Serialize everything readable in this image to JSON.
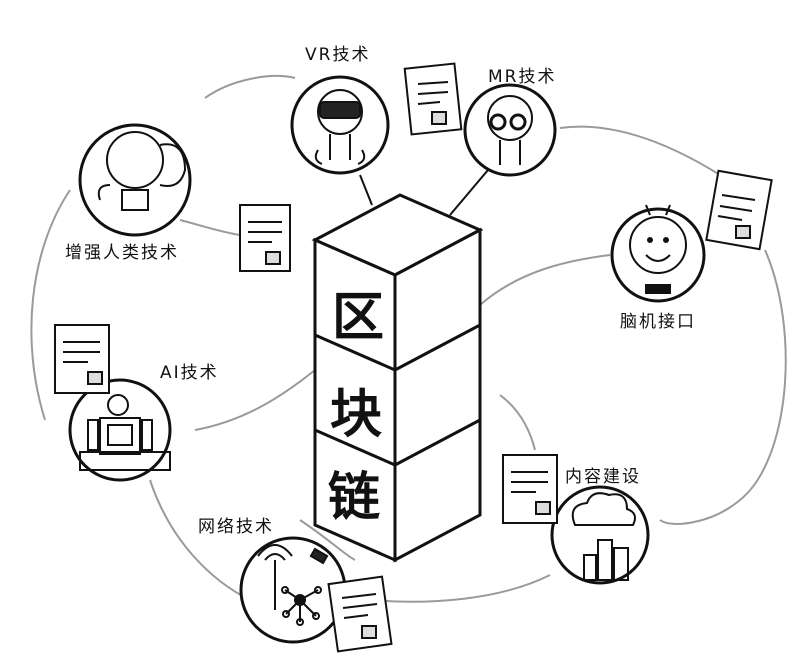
{
  "center": {
    "chars": [
      "区",
      "块",
      "链"
    ]
  },
  "nodes": {
    "vr": {
      "label": "VR技术"
    },
    "mr": {
      "label": "MR技术"
    },
    "human": {
      "label": "增强人类技术"
    },
    "bci": {
      "label": "脑机接口"
    },
    "ai": {
      "label": "AI技术"
    },
    "content": {
      "label": "内容建设"
    },
    "network": {
      "label": "网络技术"
    }
  },
  "colors": {
    "ink": "#111111",
    "orbit": "#9a9a9a",
    "background": "#ffffff"
  }
}
